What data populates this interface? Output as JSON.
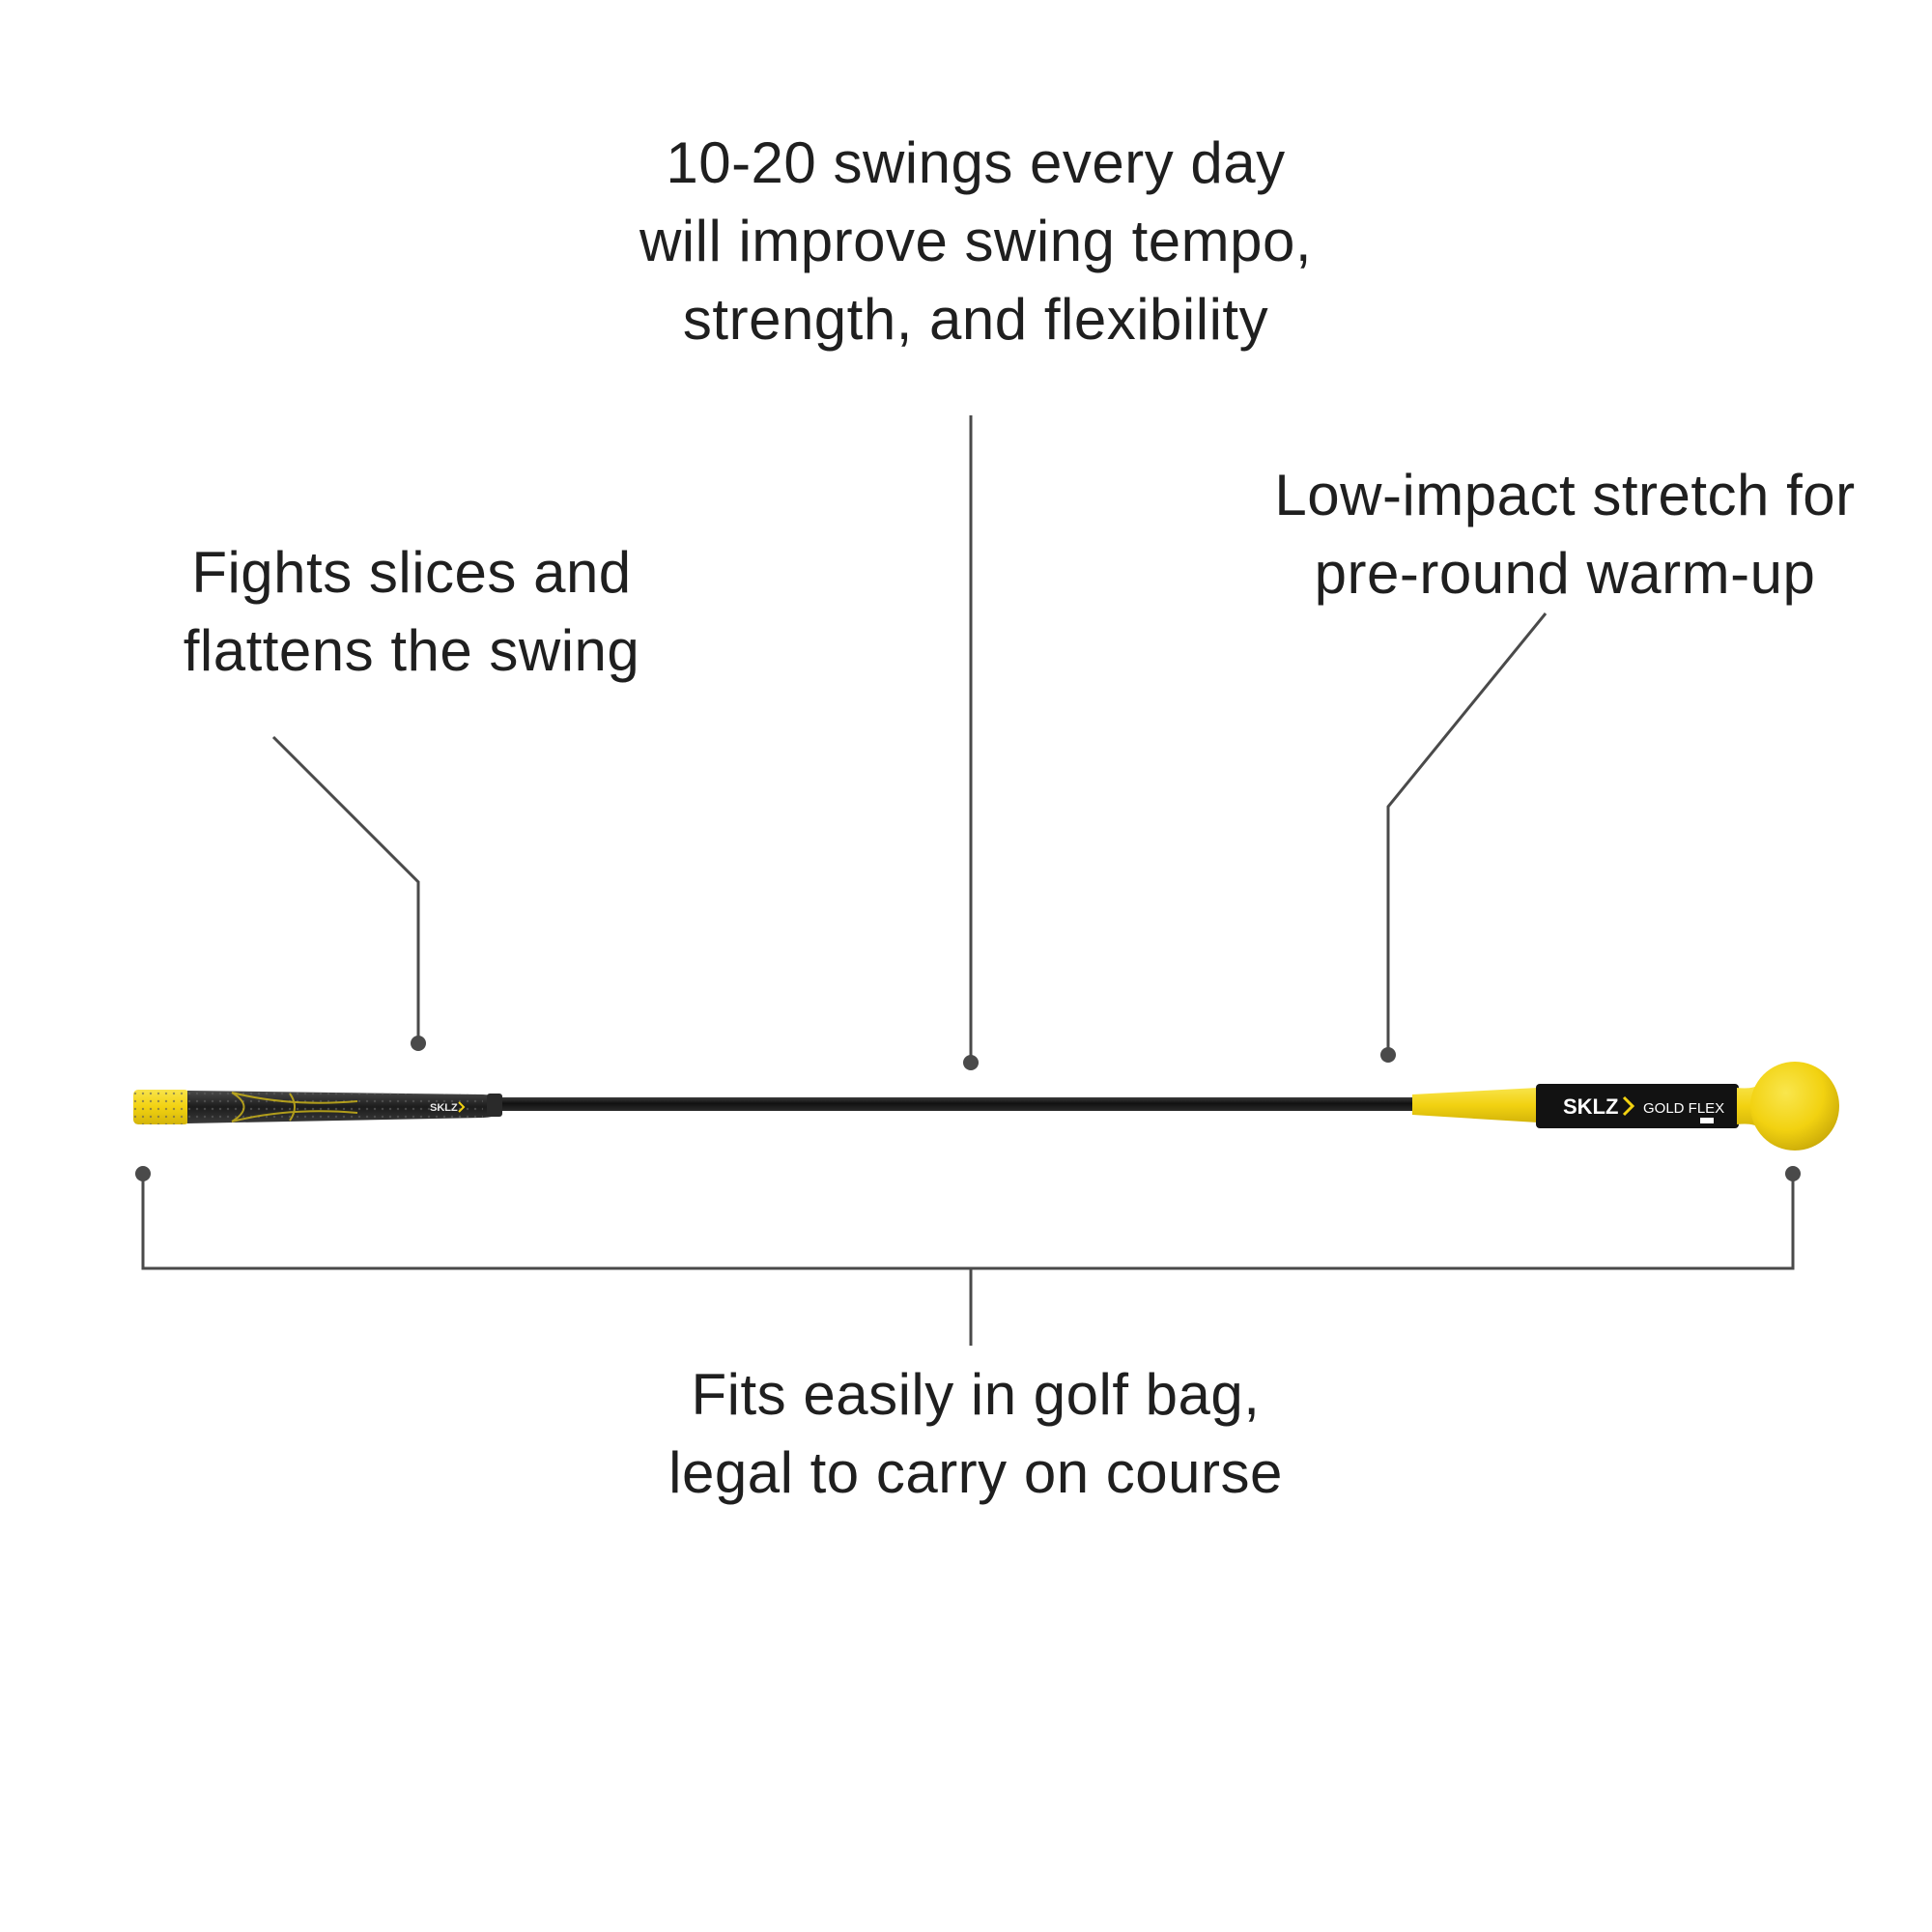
{
  "callouts": {
    "tempo": {
      "lines": [
        "10-20 swings every day",
        "will improve swing tempo,",
        "strength, and flexibility"
      ]
    },
    "slices": {
      "lines": [
        "Fights slices and",
        "flattens the swing"
      ]
    },
    "stretch": {
      "lines": [
        "Low-impact stretch for",
        "pre-round warm-up"
      ]
    },
    "bag": {
      "lines": [
        "Fits easily in golf bag,",
        "legal to carry on course"
      ]
    }
  },
  "product": {
    "grip_logo": "SKLZ",
    "head_logo": "SKLZ",
    "head_model": "GOLD FLEX"
  },
  "colors": {
    "accent_yellow": "#f2d211",
    "shaft_black": "#1a1a1a",
    "leader_line": "#4a4a4a",
    "text": "#1f1f1f"
  }
}
